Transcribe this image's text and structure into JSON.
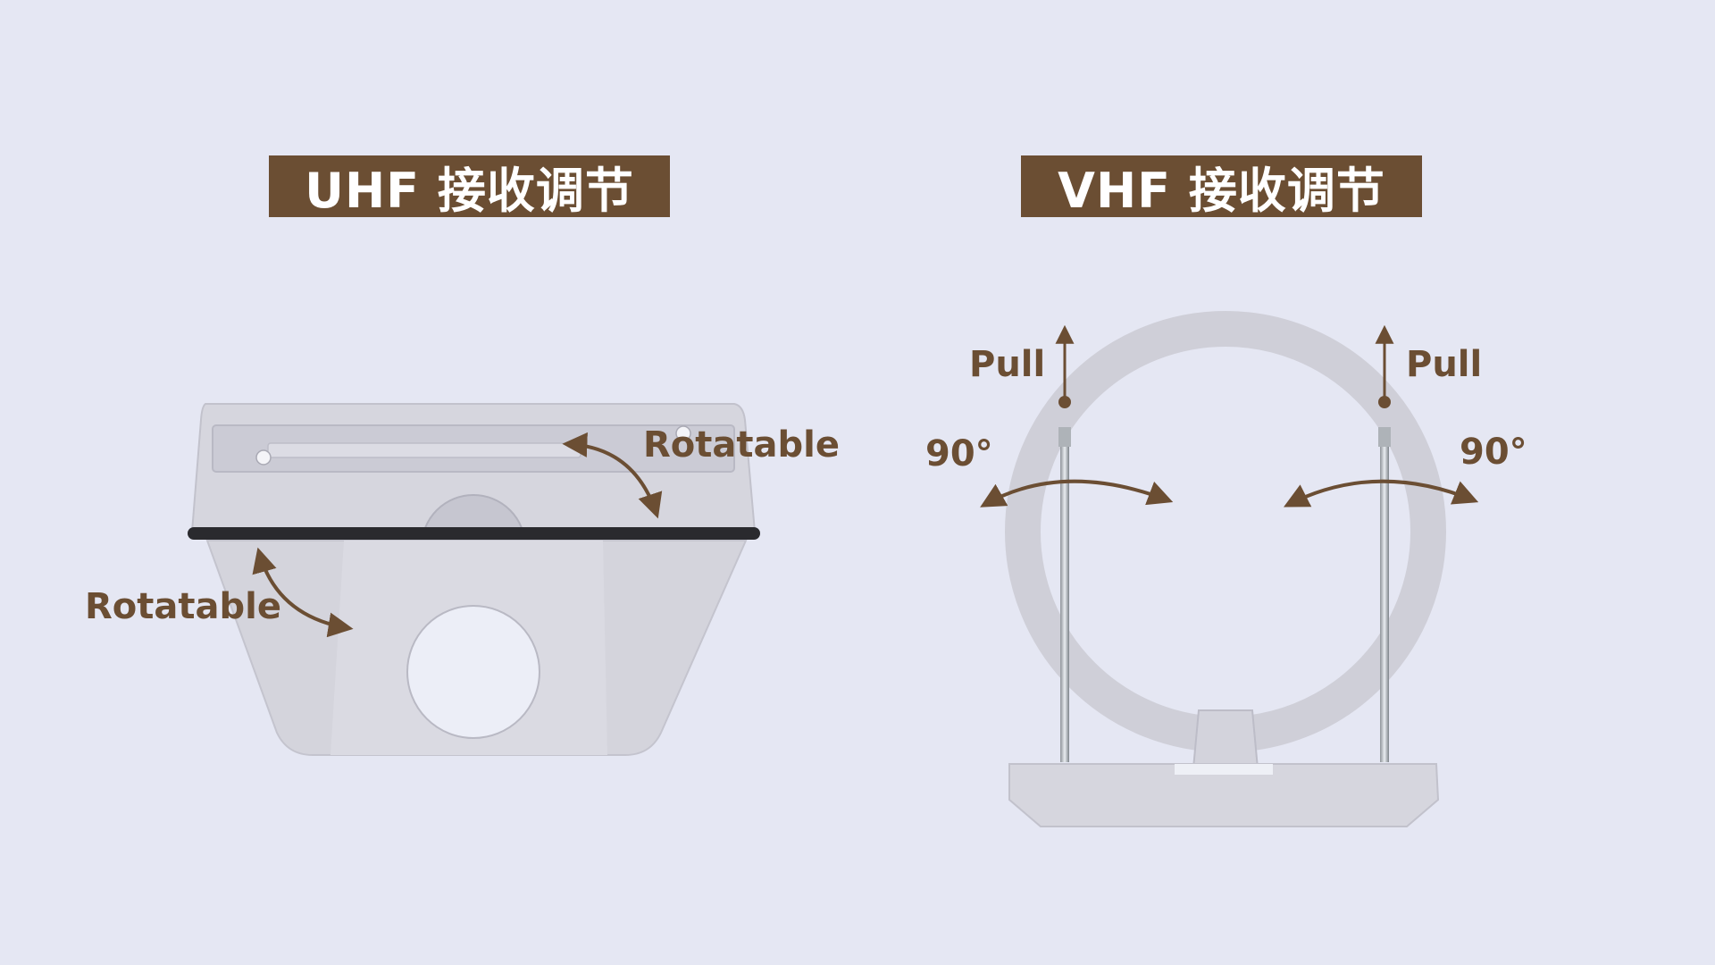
{
  "uhf": {
    "title": "UHF 接收调节",
    "rotate_label_top": "Rotatable",
    "rotate_label_left": "Rotatable"
  },
  "vhf": {
    "title": "VHF 接收调节",
    "pull_left": "Pull",
    "pull_right": "Pull",
    "angle_left": "90°",
    "angle_right": "90°"
  },
  "colors": {
    "background": "#e5e7f3",
    "accent_brown": "#6b4e33",
    "device_gray": "#cfcfd8"
  },
  "icons": {
    "arrows": "curved-double-arrow",
    "pull": "up-arrow"
  }
}
